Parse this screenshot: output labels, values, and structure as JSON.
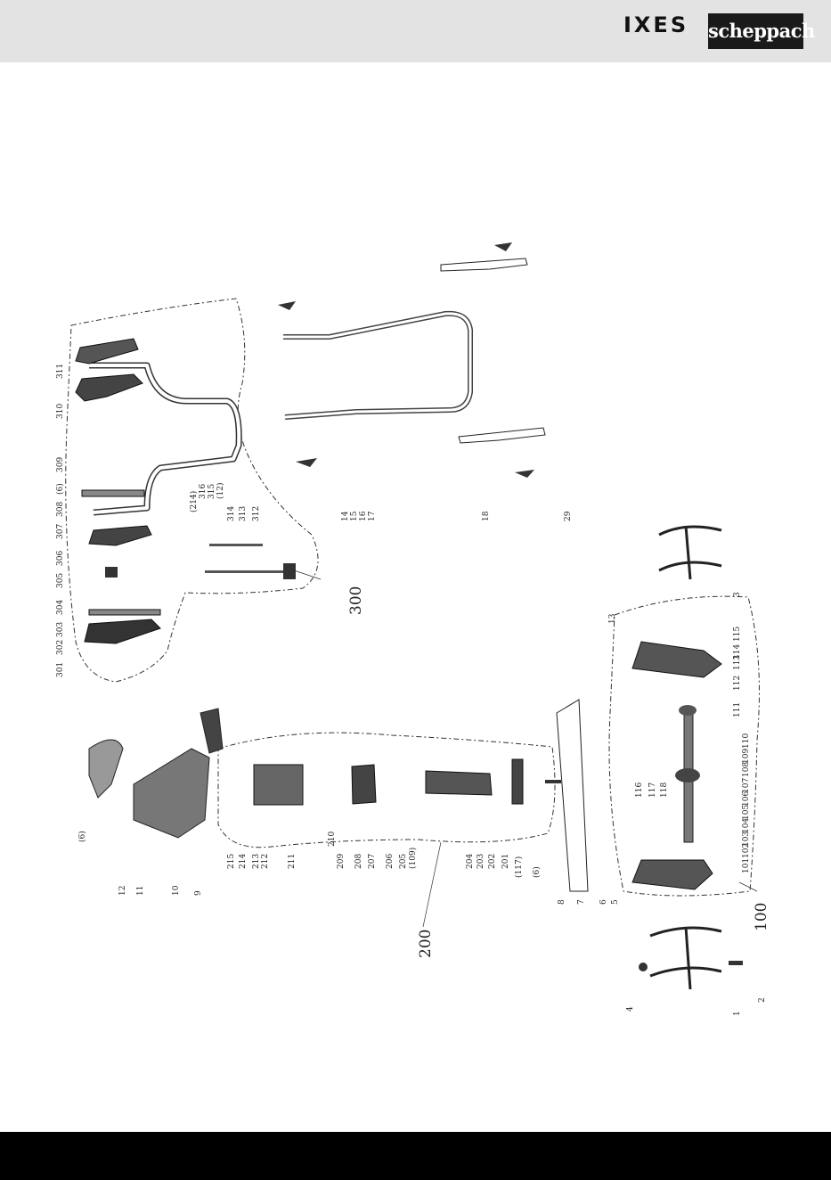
{
  "header": {
    "ixes_logo": "IXES",
    "brand_logo": "scheppach"
  },
  "groups": {
    "g300": "300",
    "g200": "200",
    "g100": "100"
  },
  "labels": [
    "311",
    "310",
    "309",
    "(6)",
    "308",
    "307",
    "306",
    "305",
    "304",
    "303",
    "302",
    "301",
    "(214)",
    "316",
    "315",
    "(12)",
    "314",
    "313",
    "312",
    "14",
    "15",
    "16",
    "17",
    "18",
    "29",
    "3",
    "13",
    "115",
    "114",
    "113",
    "112",
    "111",
    "110",
    "109",
    "108",
    "107",
    "106",
    "105",
    "104",
    "103",
    "102",
    "101",
    "116",
    "117",
    "118",
    "1",
    "2",
    "4",
    "215",
    "214",
    "213",
    "212",
    "211",
    "210",
    "209",
    "208",
    "207",
    "206",
    "205",
    "(109)",
    "204",
    "203",
    "202",
    "201",
    "(117)",
    "(6)",
    "8",
    "7",
    "6",
    "5",
    "(6)",
    "12",
    "11",
    "10",
    "9"
  ]
}
